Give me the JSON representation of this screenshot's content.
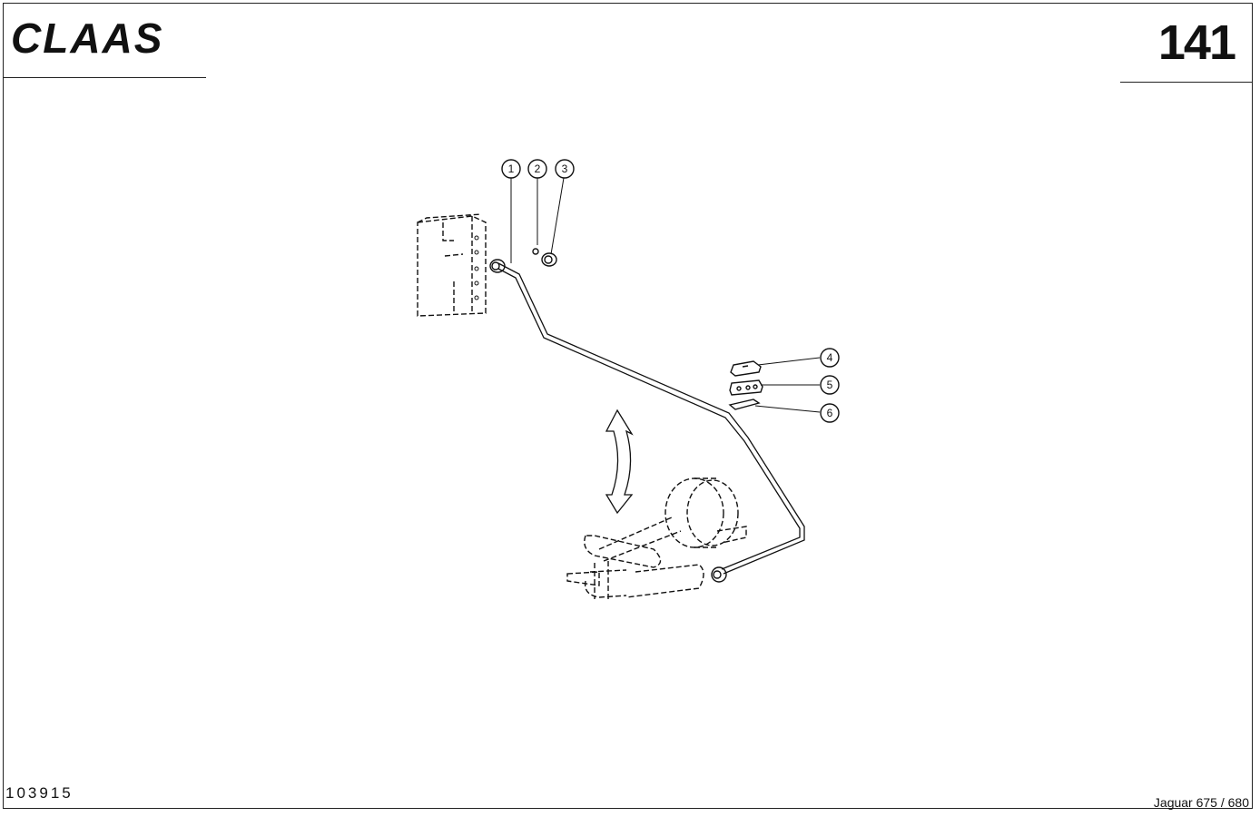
{
  "header": {
    "brand": "CLAAS",
    "page_number": "141"
  },
  "footer": {
    "document_number": "103915",
    "model": "Jaguar 675 / 680"
  },
  "callouts": [
    {
      "label": "1"
    },
    {
      "label": "2"
    },
    {
      "label": "3"
    },
    {
      "label": "4"
    },
    {
      "label": "5"
    },
    {
      "label": "6"
    }
  ]
}
